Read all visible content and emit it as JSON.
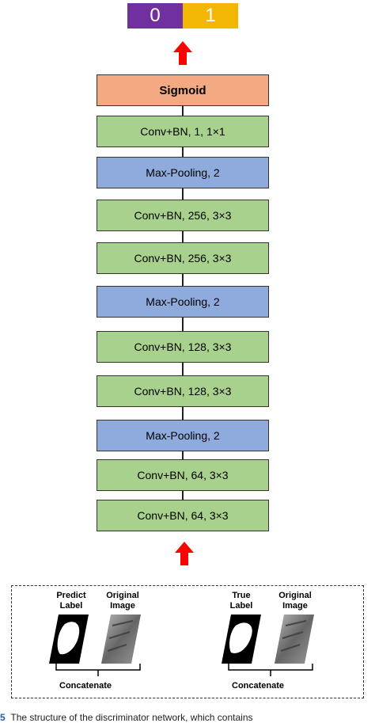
{
  "output": {
    "class0": "0",
    "class1": "1",
    "class0_color": "#7030a0",
    "class1_color": "#f2b705"
  },
  "layers": [
    {
      "label": "Sigmoid",
      "type": "sigmoid"
    },
    {
      "label": "Conv+BN, 1, 1×1",
      "type": "conv"
    },
    {
      "label": "Max-Pooling, 2",
      "type": "pool"
    },
    {
      "label": "Conv+BN, 256, 3×3",
      "type": "conv"
    },
    {
      "label": "Conv+BN, 256, 3×3",
      "type": "conv"
    },
    {
      "label": "Max-Pooling, 2",
      "type": "pool"
    },
    {
      "label": "Conv+BN, 128, 3×3",
      "type": "conv"
    },
    {
      "label": "Conv+BN, 128, 3×3",
      "type": "conv"
    },
    {
      "label": "Max-Pooling, 2",
      "type": "pool"
    },
    {
      "label": "Conv+BN, 64, 3×3",
      "type": "conv"
    },
    {
      "label": "Conv+BN, 64, 3×3",
      "type": "conv"
    }
  ],
  "colors": {
    "sigmoid": "#f3a981",
    "conv": "#a9d18e",
    "pool": "#8faadc",
    "arrow": "#ff0000"
  },
  "input_panel": {
    "left": {
      "label_a": "Predict\nLabel",
      "label_b": "Original\nImage",
      "concat": "Concatenate"
    },
    "right": {
      "label_a": "True\nLabel",
      "label_b": "Original\nImage",
      "concat": "Concatenate"
    }
  },
  "caption": {
    "prefix": "5",
    "text": "The structure of the discriminator network, which contains"
  }
}
